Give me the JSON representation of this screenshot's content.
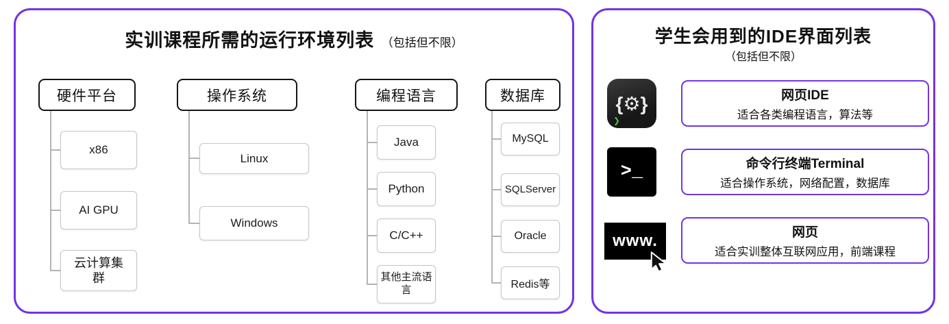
{
  "left_panel": {
    "title": "实训课程所需的运行环境列表",
    "subtitle": "（包括但不限）",
    "columns": [
      {
        "header": "硬件平台",
        "items": [
          "x86",
          "AI GPU",
          "云计算集群"
        ]
      },
      {
        "header": "操作系统",
        "items": [
          "Linux",
          "Windows"
        ]
      },
      {
        "header": "编程语言",
        "items": [
          "Java",
          "Python",
          "C/C++",
          "其他主流语言"
        ]
      },
      {
        "header": "数据库",
        "items": [
          "MySQL",
          "SQLServer",
          "Oracle",
          "Redis等"
        ]
      }
    ]
  },
  "right_panel": {
    "title": "学生会用到的IDE界面列表",
    "subtitle": "（包括但不限）",
    "rows": [
      {
        "icon": "code-braces-gear-icon",
        "icon_glyph": "{⚙}",
        "icon_accent": "❯",
        "title": "网页IDE",
        "desc": "适合各类编程语言，算法等"
      },
      {
        "icon": "terminal-icon",
        "icon_glyph": ">_",
        "title": "命令行终端Terminal",
        "desc": "适合操作系统，网络配置，数据库"
      },
      {
        "icon": "www-icon",
        "icon_glyph": "www.",
        "title": "网页",
        "desc": "适合实训整体互联网应用，前端课程"
      }
    ]
  },
  "colors": {
    "accent_purple": "#7433E3",
    "header_border": "#141414",
    "item_border": "#c6c6c6",
    "connector_line": "#b3b3b3",
    "icon_accent_green": "#43c04a"
  }
}
